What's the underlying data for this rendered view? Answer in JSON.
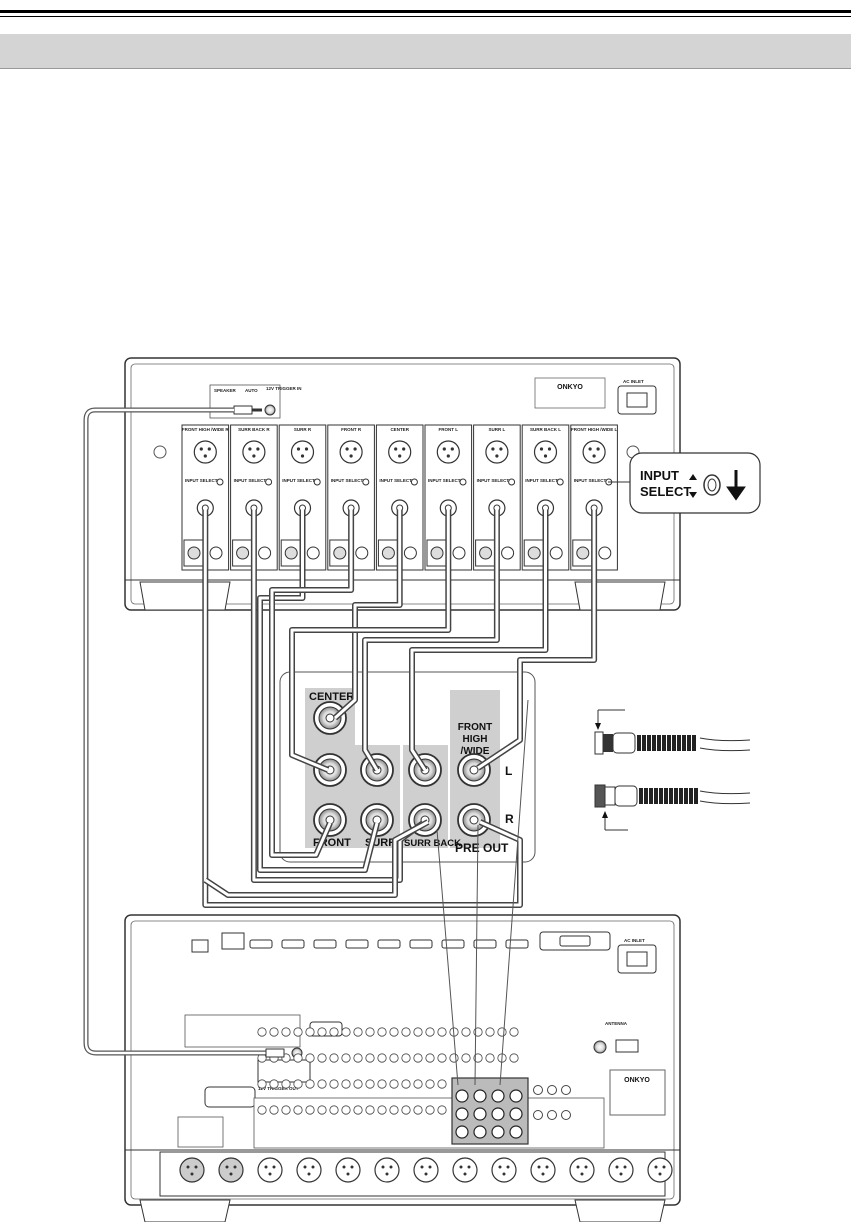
{
  "amplifier": {
    "channels": [
      "FRONT HIGH /WIDE R",
      "SURR BACK R",
      "SURR R",
      "FRONT R",
      "CENTER",
      "FRONT L",
      "SURR L",
      "SURR BACK L",
      "FRONT HIGH /WIDE L"
    ],
    "input_select_label": "INPUT SELECT",
    "trigger_label": "12V TRIGGER IN",
    "ac_inlet_label": "AC INLET",
    "logo": "ONKYO"
  },
  "callout": {
    "line1": "INPUT",
    "line2": "SELECT"
  },
  "preout": {
    "center": "CENTER",
    "front_high_wide": [
      "FRONT",
      "HIGH",
      "/WIDE"
    ],
    "left": "L",
    "right": "R",
    "front": "FRONT",
    "surr": "SURR",
    "surr_back": "SURR BACK",
    "pre_out": "PRE OUT"
  },
  "receiver": {
    "logo": "ONKYO",
    "trigger_out_label": "12V TRIGGER OUT",
    "ac_inlet_label": "AC INLET",
    "antenna_label": "ANTENNA"
  },
  "colors": {
    "section_bar": "#d4d4d4",
    "cable": "#555555",
    "panel_gray": "#cfcfcf"
  }
}
